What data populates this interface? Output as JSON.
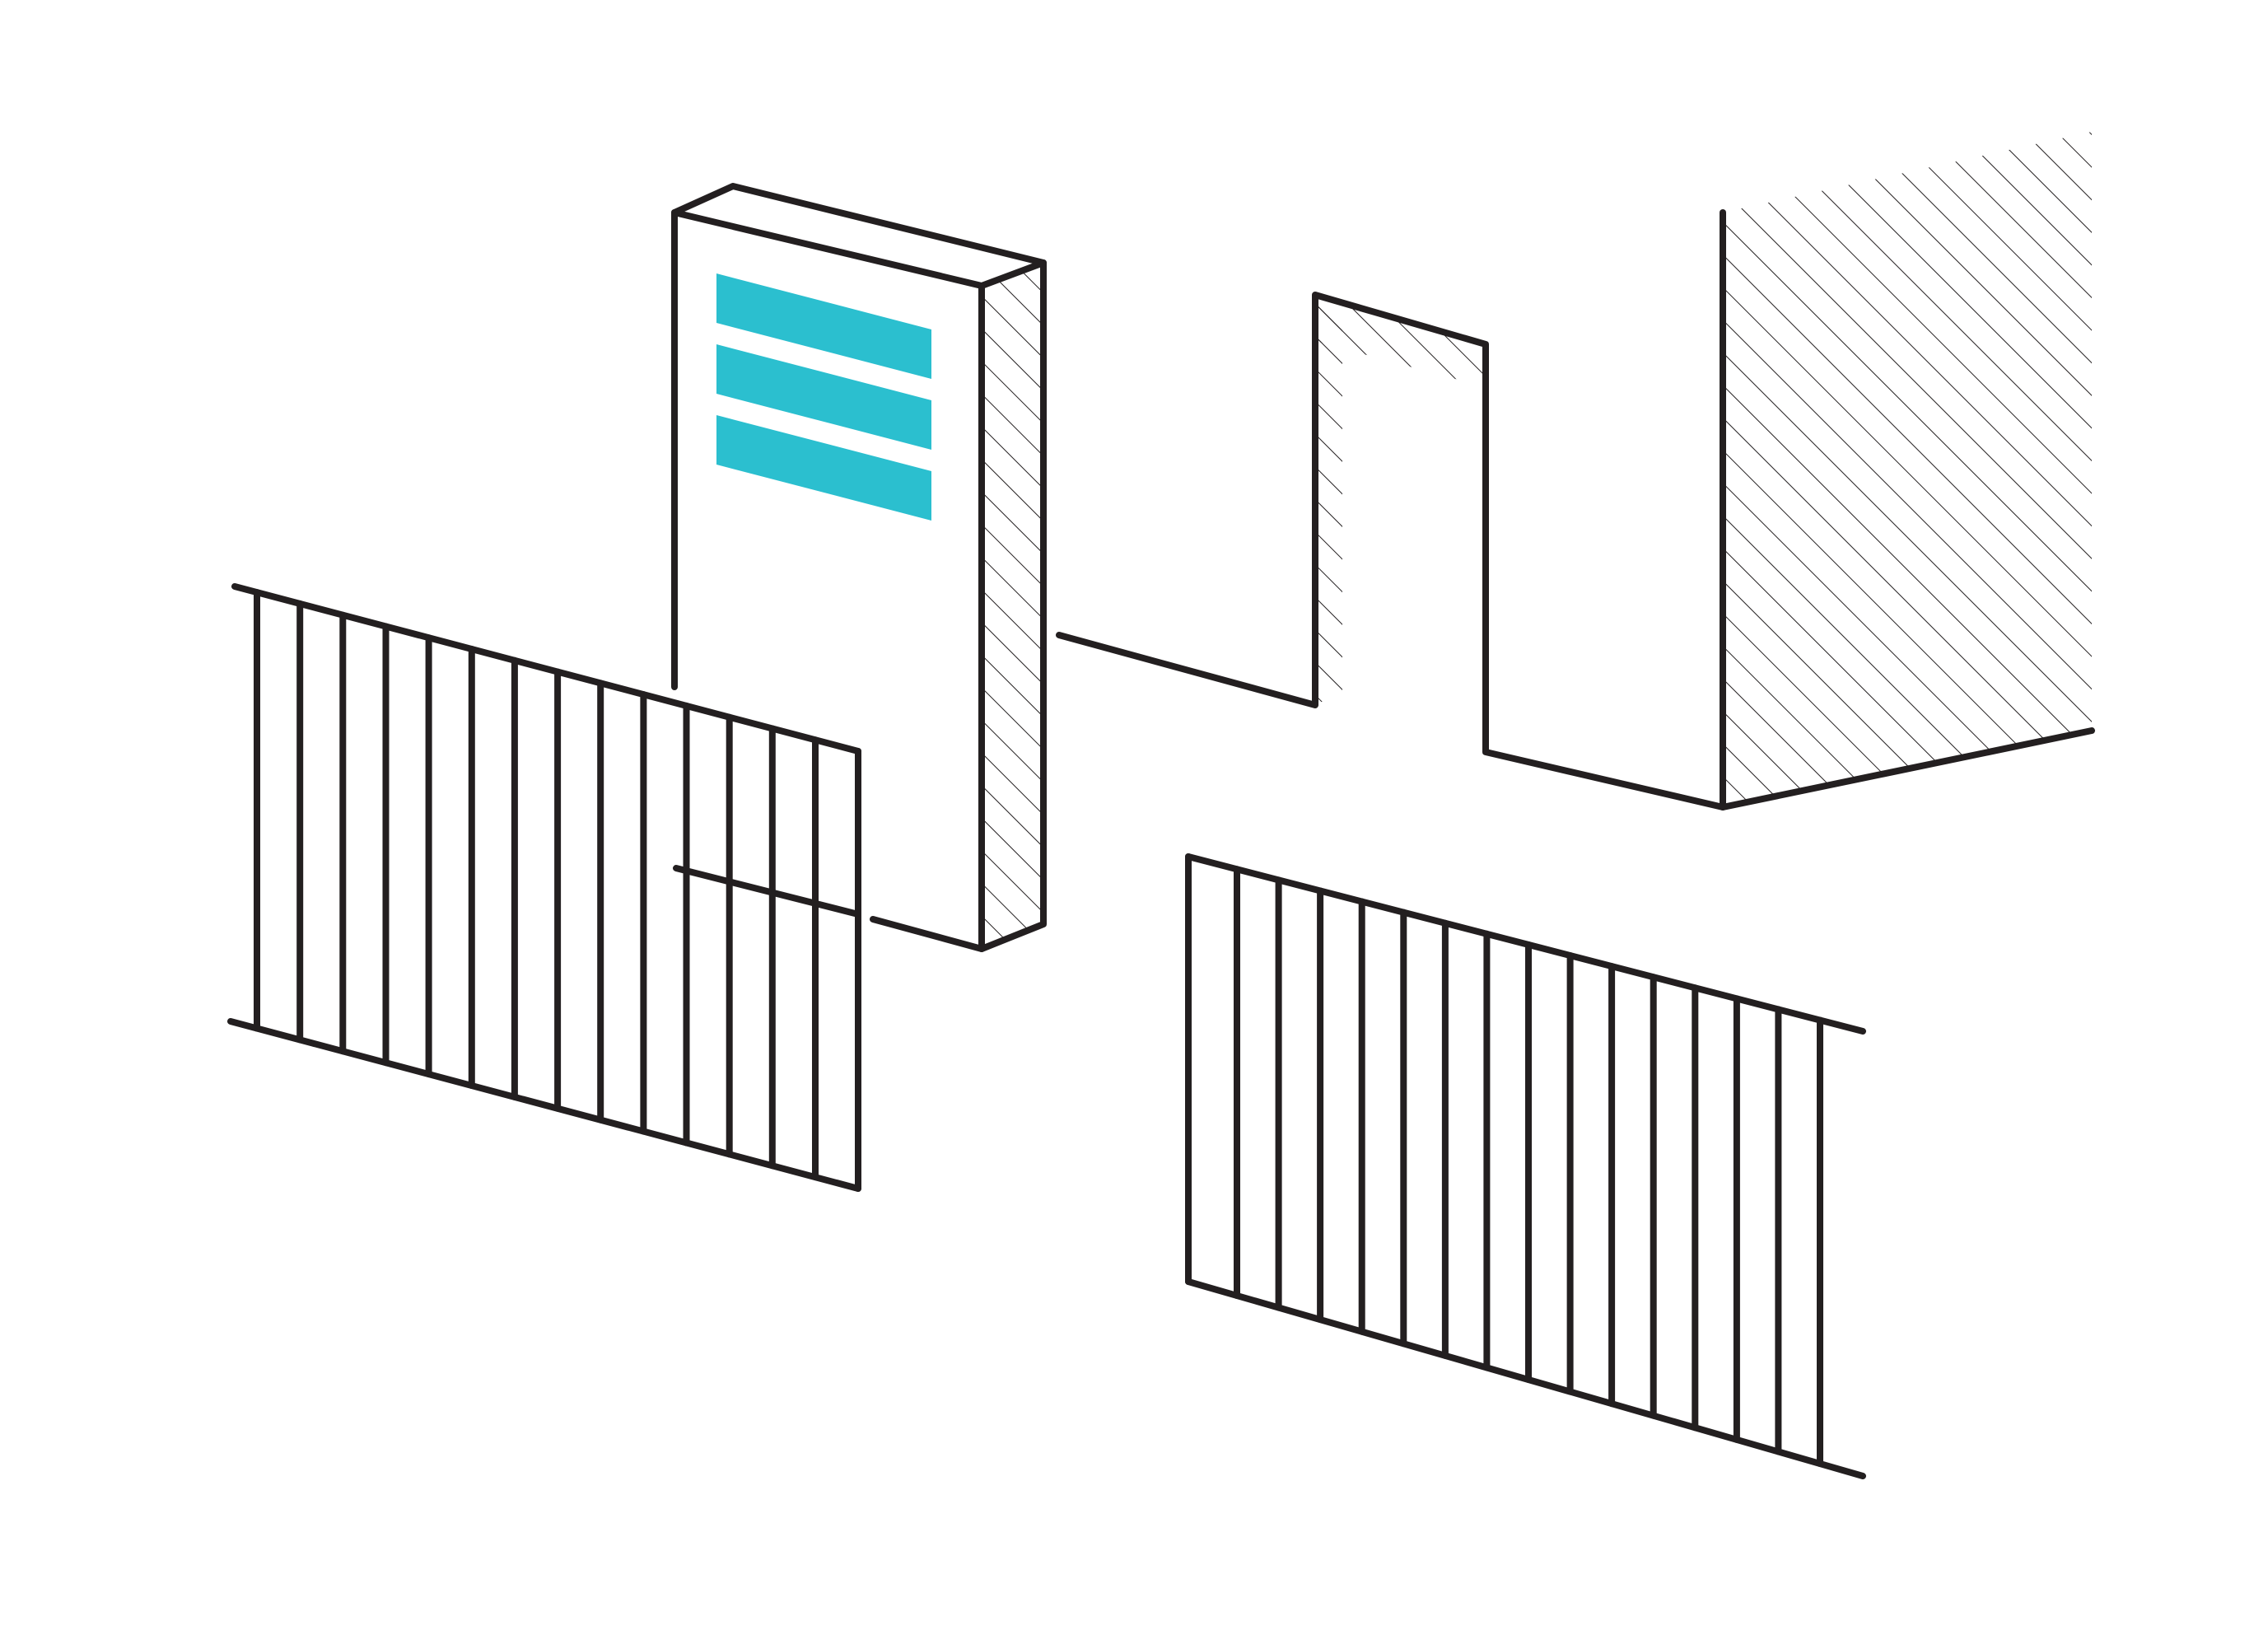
{
  "colors": {
    "ink": "#231f20",
    "accent": "#2bbfcf",
    "background": "#ffffff"
  },
  "elements": {
    "sign_pillar": {
      "stripe_count": 3
    },
    "left_railing": {
      "baluster_count": 14
    },
    "right_railing": {
      "baluster_count": 15
    }
  }
}
